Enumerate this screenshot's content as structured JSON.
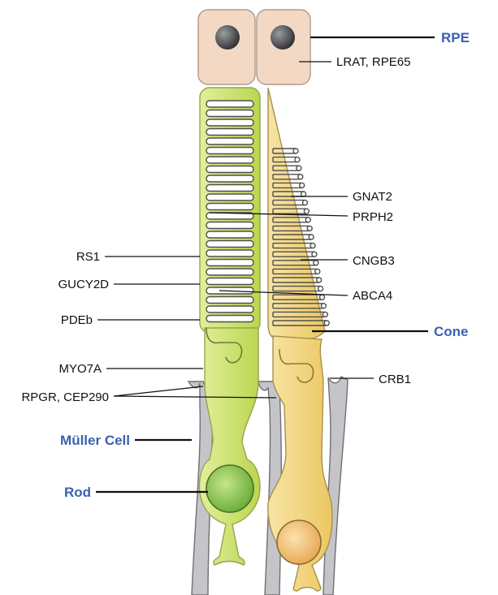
{
  "colors": {
    "rod": "#c8e06a",
    "cone": "#f0d280",
    "rpe": "#f3d9c4",
    "muller": "#c4c4c8",
    "accent": "#3a62b0",
    "line": "#111111"
  },
  "labels": {
    "rpe": "RPE",
    "cone": "Cone",
    "muller": "Müller Cell",
    "rod": "Rod",
    "lrat": "LRAT, RPE65",
    "gnat2": "GNAT2",
    "prph2": "PRPH2",
    "cngb3": "CNGB3",
    "abca4": "ABCA4",
    "crb1": "CRB1",
    "rs1": "RS1",
    "gucy2d": "GUCY2D",
    "pdeb": "PDEb",
    "myo7a": "MYO7A",
    "rpgr": "RPGR, CEP290"
  }
}
